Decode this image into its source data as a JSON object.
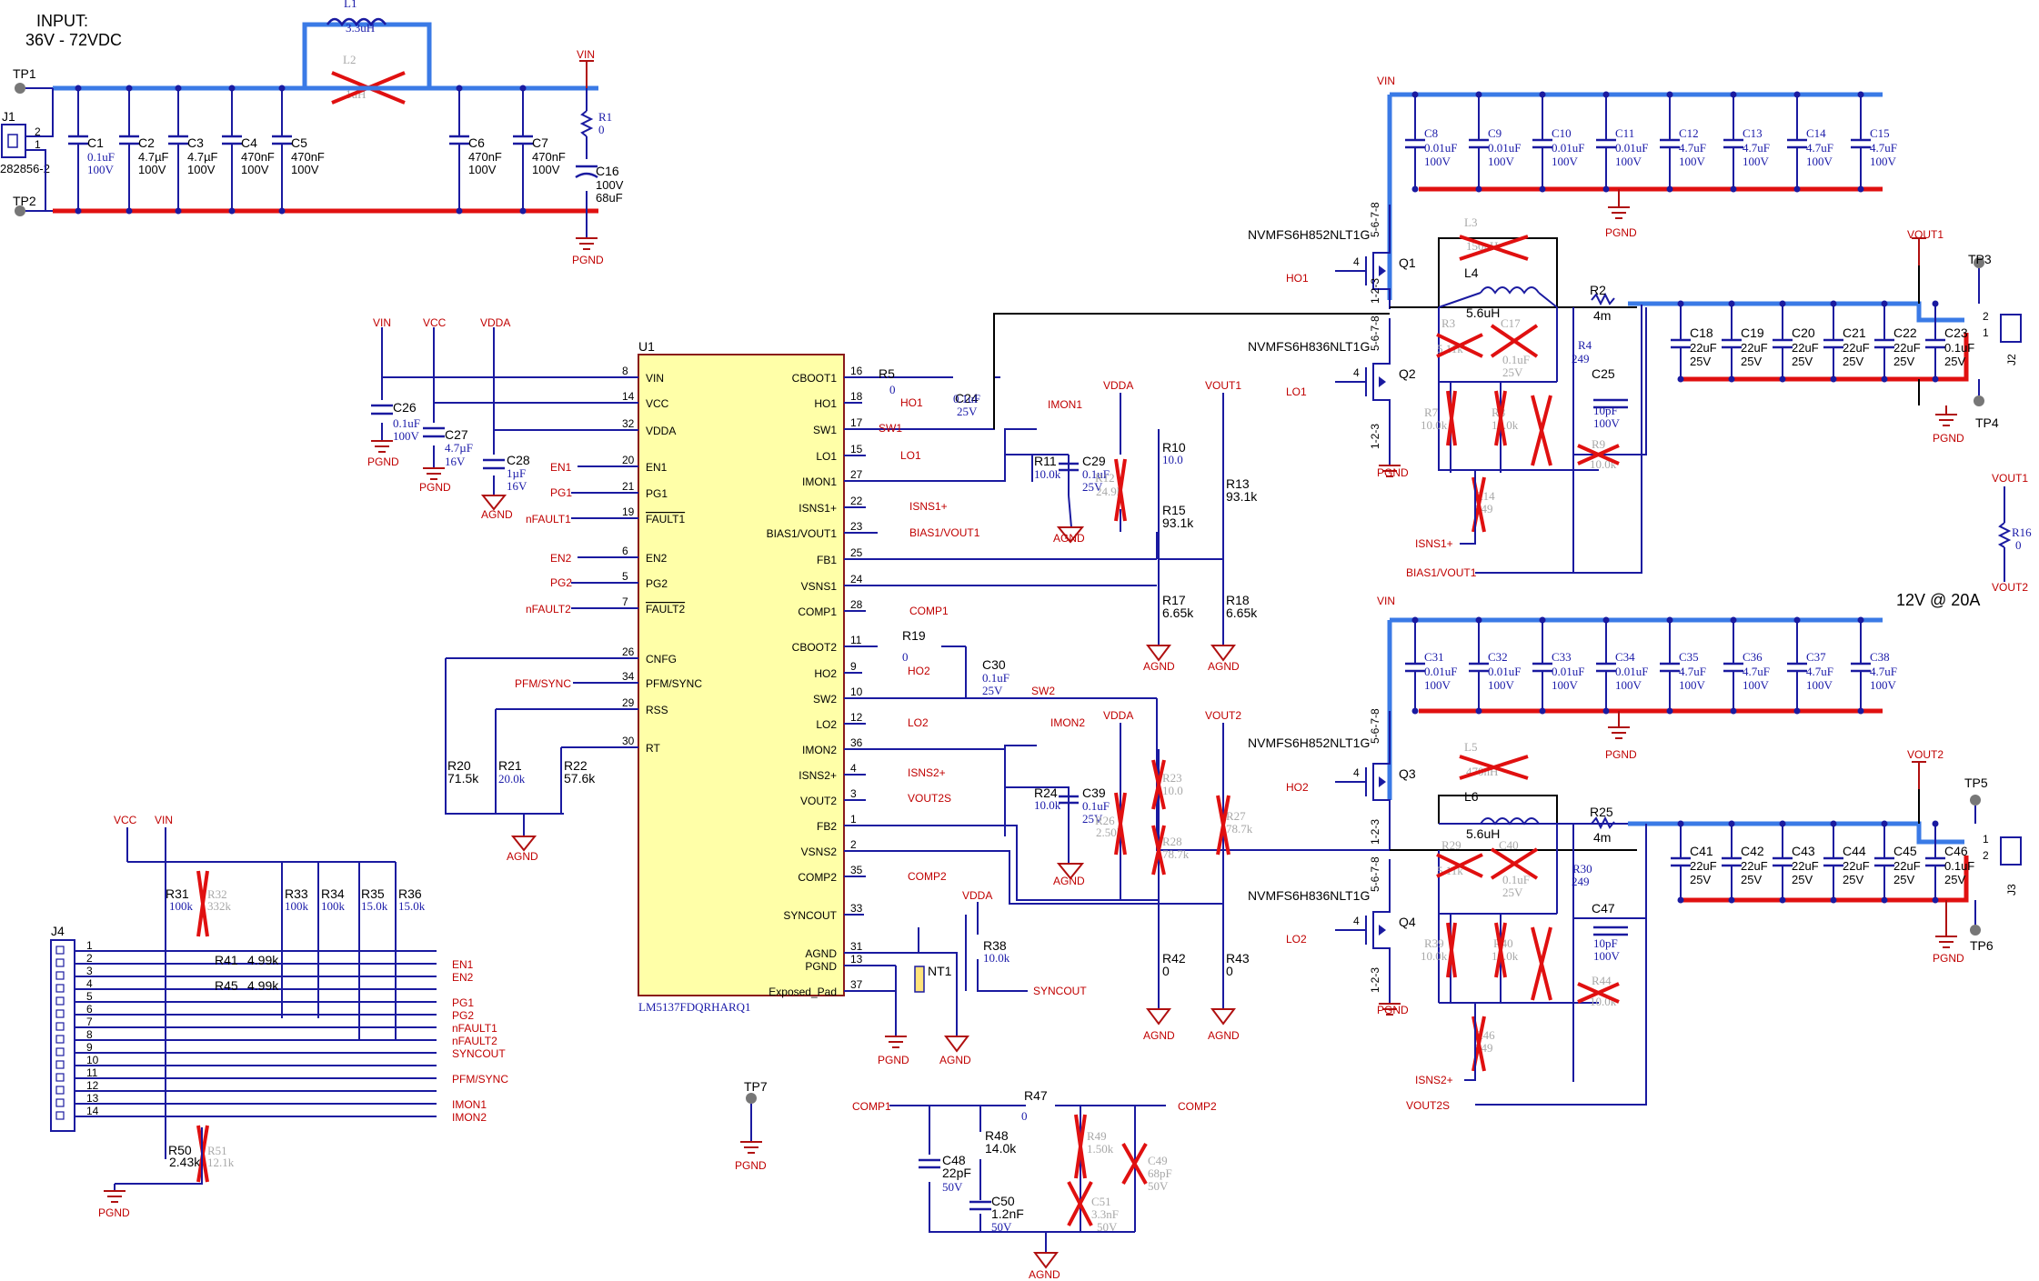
{
  "input": {
    "label": "INPUT:",
    "range": "36V - 72VDC"
  },
  "testpoints": [
    "TP1",
    "TP2",
    "TP3",
    "TP4",
    "TP5",
    "TP6",
    "TP7"
  ],
  "connectors": {
    "J1": {
      "ref": "J1",
      "part": "282856-2",
      "pins": [
        "2",
        "1"
      ]
    },
    "J2": {
      "ref": "J2",
      "pins": [
        "2",
        "1"
      ]
    },
    "J3": {
      "ref": "J3",
      "pins": [
        "1",
        "2"
      ]
    },
    "J4": {
      "ref": "J4",
      "pins": [
        "1",
        "2",
        "3",
        "4",
        "5",
        "6",
        "7",
        "8",
        "9",
        "10",
        "11",
        "12",
        "13",
        "14"
      ]
    }
  },
  "inductors": {
    "L1": {
      "ref": "L1",
      "value": "3.3uH"
    },
    "L2": {
      "ref": "L2",
      "value": "1uH"
    },
    "L3": {
      "ref": "L3",
      "value": "150nH"
    },
    "L4": {
      "ref": "L4",
      "value": "5.6uH"
    },
    "L5": {
      "ref": "L5",
      "value": "470nH"
    },
    "L6": {
      "ref": "L6",
      "value": "5.6uH"
    }
  },
  "input_caps": [
    {
      "ref": "C1",
      "v1": "0.1uF",
      "v2": "100V"
    },
    {
      "ref": "C2",
      "v1": "4.7µF",
      "v2": "100V"
    },
    {
      "ref": "C3",
      "v1": "4.7µF",
      "v2": "100V"
    },
    {
      "ref": "C4",
      "v1": "470nF",
      "v2": "100V"
    },
    {
      "ref": "C5",
      "v1": "470nF",
      "v2": "100V"
    },
    {
      "ref": "C6",
      "v1": "470nF",
      "v2": "100V"
    },
    {
      "ref": "C7",
      "v1": "470nF",
      "v2": "100V"
    }
  ],
  "r1": {
    "ref": "R1",
    "value": "0"
  },
  "c16": {
    "ref": "C16",
    "v1": "100V",
    "v2": "68uF"
  },
  "vin_caps_1": [
    {
      "ref": "C8",
      "v1": "0.01uF",
      "v2": "100V"
    },
    {
      "ref": "C9",
      "v1": "0.01uF",
      "v2": "100V"
    },
    {
      "ref": "C10",
      "v1": "0.01uF",
      "v2": "100V"
    },
    {
      "ref": "C11",
      "v1": "0.01uF",
      "v2": "100V"
    },
    {
      "ref": "C12",
      "v1": "4.7uF",
      "v2": "100V"
    },
    {
      "ref": "C13",
      "v1": "4.7uF",
      "v2": "100V"
    },
    {
      "ref": "C14",
      "v1": "4.7uF",
      "v2": "100V"
    },
    {
      "ref": "C15",
      "v1": "4.7uF",
      "v2": "100V"
    }
  ],
  "vin_caps_2": [
    {
      "ref": "C31",
      "v1": "0.01uF",
      "v2": "100V"
    },
    {
      "ref": "C32",
      "v1": "0.01uF",
      "v2": "100V"
    },
    {
      "ref": "C33",
      "v1": "0.01uF",
      "v2": "100V"
    },
    {
      "ref": "C34",
      "v1": "0.01uF",
      "v2": "100V"
    },
    {
      "ref": "C35",
      "v1": "4.7uF",
      "v2": "100V"
    },
    {
      "ref": "C36",
      "v1": "4.7uF",
      "v2": "100V"
    },
    {
      "ref": "C37",
      "v1": "4.7uF",
      "v2": "100V"
    },
    {
      "ref": "C38",
      "v1": "4.7uF",
      "v2": "100V"
    }
  ],
  "out_caps_1": [
    {
      "ref": "C18",
      "v1": "22uF",
      "v2": "25V"
    },
    {
      "ref": "C19",
      "v1": "22uF",
      "v2": "25V"
    },
    {
      "ref": "C20",
      "v1": "22uF",
      "v2": "25V"
    },
    {
      "ref": "C21",
      "v1": "22uF",
      "v2": "25V"
    },
    {
      "ref": "C22",
      "v1": "22uF",
      "v2": "25V"
    },
    {
      "ref": "C23",
      "v1": "0.1uF",
      "v2": "25V"
    }
  ],
  "out_caps_2": [
    {
      "ref": "C41",
      "v1": "22uF",
      "v2": "25V"
    },
    {
      "ref": "C42",
      "v1": "22uF",
      "v2": "25V"
    },
    {
      "ref": "C43",
      "v1": "22uF",
      "v2": "25V"
    },
    {
      "ref": "C44",
      "v1": "22uF",
      "v2": "25V"
    },
    {
      "ref": "C45",
      "v1": "22uF",
      "v2": "25V"
    },
    {
      "ref": "C46",
      "v1": "0.1uF",
      "v2": "25V"
    }
  ],
  "mosfets": {
    "hi": "NVMFS6H852NLT1G",
    "lo": "NVMFS6H836NLT1G",
    "Q1": "Q1",
    "Q2": "Q2",
    "Q3": "Q3",
    "Q4": "Q4",
    "pins_top": "5-6-7-8",
    "pins_bot": "1-2-3",
    "gate": "4"
  },
  "ic": {
    "ref": "U1",
    "part": "LM5137FDQRHARQ1",
    "left_pins": [
      {
        "num": "8",
        "name": "VIN"
      },
      {
        "num": "14",
        "name": "VCC"
      },
      {
        "num": "32",
        "name": "VDDA"
      },
      {
        "num": "20",
        "name": "EN1"
      },
      {
        "num": "21",
        "name": "PG1"
      },
      {
        "num": "19",
        "name": "FAULT1"
      },
      {
        "num": "6",
        "name": "EN2"
      },
      {
        "num": "5",
        "name": "PG2"
      },
      {
        "num": "7",
        "name": "FAULT2"
      },
      {
        "num": "26",
        "name": "CNFG"
      },
      {
        "num": "34",
        "name": "PFM/SYNC"
      },
      {
        "num": "29",
        "name": "RSS"
      },
      {
        "num": "30",
        "name": "RT"
      }
    ],
    "right_pins": [
      {
        "num": "16",
        "name": "CBOOT1"
      },
      {
        "num": "18",
        "name": "HO1"
      },
      {
        "num": "17",
        "name": "SW1"
      },
      {
        "num": "15",
        "name": "LO1"
      },
      {
        "num": "27",
        "name": "IMON1"
      },
      {
        "num": "22",
        "name": "ISNS1+"
      },
      {
        "num": "23",
        "name": "BIAS1/VOUT1"
      },
      {
        "num": "25",
        "name": "FB1"
      },
      {
        "num": "24",
        "name": "VSNS1"
      },
      {
        "num": "28",
        "name": "COMP1"
      },
      {
        "num": "11",
        "name": "CBOOT2"
      },
      {
        "num": "9",
        "name": "HO2"
      },
      {
        "num": "10",
        "name": "SW2"
      },
      {
        "num": "12",
        "name": "LO2"
      },
      {
        "num": "36",
        "name": "IMON2"
      },
      {
        "num": "4",
        "name": "ISNS2+"
      },
      {
        "num": "3",
        "name": "VOUT2"
      },
      {
        "num": "1",
        "name": "FB2"
      },
      {
        "num": "2",
        "name": "VSNS2"
      },
      {
        "num": "35",
        "name": "COMP2"
      },
      {
        "num": "33",
        "name": "SYNCOUT"
      },
      {
        "num": "31",
        "name": "AGND"
      },
      {
        "num": "13",
        "name": "PGND"
      },
      {
        "num": "37",
        "name": "Exposed_Pad"
      }
    ]
  },
  "nets": {
    "VIN": "VIN",
    "VCC": "VCC",
    "VDDA": "VDDA",
    "PGND": "PGND",
    "AGND": "AGND",
    "VOUT1": "VOUT1",
    "VOUT2": "VOUT2",
    "SW1": "SW1",
    "SW2": "SW2",
    "EN1": "EN1",
    "EN2": "EN2",
    "PG1": "PG1",
    "PG2": "PG2",
    "nFAULT1": "nFAULT1",
    "nFAULT2": "nFAULT2",
    "PFM_SYNC": "PFM/SYNC",
    "HO1": "HO1",
    "HO2": "HO2",
    "LO1": "LO1",
    "LO2": "LO2",
    "IMON1": "IMON1",
    "IMON2": "IMON2",
    "ISNS1": "ISNS1+",
    "ISNS2": "ISNS2+",
    "BIAS1": "BIAS1/VOUT1",
    "VOUT2S": "VOUT2S",
    "COMP1": "COMP1",
    "COMP2": "COMP2",
    "SYNCOUT": "SYNCOUT"
  },
  "parts": {
    "R2": {
      "ref": "R2",
      "value": "4m"
    },
    "R25": {
      "ref": "R25",
      "value": "4m"
    },
    "R3": {
      "ref": "R3",
      "value": "5.11k"
    },
    "R4": {
      "ref": "R4",
      "value": "249"
    },
    "C17": {
      "ref": "C17",
      "v1": "0.1uF",
      "v2": "25V"
    },
    "C25": {
      "ref": "C25",
      "v1": "10pF",
      "v2": "100V"
    },
    "R7": {
      "ref": "R7",
      "value": "10.0k"
    },
    "R8": {
      "ref": "R8",
      "value": "10.0k"
    },
    "R9": {
      "ref": "R9",
      "value": "10.0k"
    },
    "R14": {
      "ref": "R14",
      "value": "249"
    },
    "R29": {
      "ref": "R29",
      "value": "5.11k"
    },
    "C40": {
      "ref": "C40",
      "v1": "0.1uF",
      "v2": "25V"
    },
    "R30": {
      "ref": "R30",
      "value": "249"
    },
    "C47": {
      "ref": "C47",
      "v1": "10pF",
      "v2": "100V"
    },
    "R39": {
      "ref": "R39",
      "value": "10.0k"
    },
    "R40": {
      "ref": "R40",
      "value": "10.0k"
    },
    "R44": {
      "ref": "R44",
      "value": "10.0k"
    },
    "R46": {
      "ref": "R46",
      "value": "249"
    },
    "R5": {
      "ref": "R5",
      "value": "0"
    },
    "C24": {
      "ref": "C24",
      "v1": "0.1uF",
      "v2": "25V"
    },
    "R19": {
      "ref": "R19",
      "value": "0"
    },
    "C30": {
      "ref": "C30",
      "v1": "0.1uF",
      "v2": "25V"
    },
    "R11": {
      "ref": "R11",
      "value": "10.0k"
    },
    "C29": {
      "ref": "C29",
      "v1": "0.1uF",
      "v2": "25V"
    },
    "R12": {
      "ref": "R12",
      "value": "24.9k"
    },
    "R10": {
      "ref": "R10",
      "value": "10.0"
    },
    "R15": {
      "ref": "R15",
      "value": "93.1k"
    },
    "R13": {
      "ref": "R13",
      "value": "93.1k"
    },
    "R17": {
      "ref": "R17",
      "value": "6.65k"
    },
    "R18": {
      "ref": "R18",
      "value": "6.65k"
    },
    "R24": {
      "ref": "R24",
      "value": "10.0k"
    },
    "C39": {
      "ref": "C39",
      "v1": "0.1uF",
      "v2": "25V"
    },
    "R26": {
      "ref": "R26",
      "value": "2.50k"
    },
    "R23": {
      "ref": "R23",
      "value": "10.0"
    },
    "R28": {
      "ref": "R28",
      "value": "78.7k"
    },
    "R27": {
      "ref": "R27",
      "value": "78.7k"
    },
    "R42": {
      "ref": "R42",
      "value": "0"
    },
    "R43": {
      "ref": "R43",
      "value": "0"
    },
    "R38": {
      "ref": "R38",
      "value": "10.0k"
    },
    "NT1": {
      "ref": "NT1"
    },
    "R20": {
      "ref": "R20",
      "value": "71.5k"
    },
    "R21": {
      "ref": "R21",
      "value": "20.0k"
    },
    "R22": {
      "ref": "R22",
      "value": "57.6k"
    },
    "C26": {
      "ref": "C26",
      "v1": "0.1uF",
      "v2": "100V"
    },
    "C27": {
      "ref": "C27",
      "v1": "4.7µF",
      "v2": "16V"
    },
    "C28": {
      "ref": "C28",
      "v1": "1µF",
      "v2": "16V"
    },
    "R16": {
      "ref": "R16",
      "value": "0"
    },
    "R31": {
      "ref": "R31",
      "value": "100k"
    },
    "R32": {
      "ref": "R32",
      "value": "332k"
    },
    "R33": {
      "ref": "R33",
      "value": "100k"
    },
    "R34": {
      "ref": "R34",
      "value": "100k"
    },
    "R35": {
      "ref": "R35",
      "value": "15.0k"
    },
    "R36": {
      "ref": "R36",
      "value": "15.0k"
    },
    "R41": {
      "ref": "R41",
      "value": "4.99k"
    },
    "R45": {
      "ref": "R45",
      "value": "4.99k"
    },
    "R50": {
      "ref": "R50",
      "value": "2.43k"
    },
    "R51": {
      "ref": "R51",
      "value": "12.1k"
    },
    "R47": {
      "ref": "R47",
      "value": "0"
    },
    "R48": {
      "ref": "R48",
      "value": "14.0k"
    },
    "R49": {
      "ref": "R49",
      "value": "1.50k"
    },
    "C48": {
      "ref": "C48",
      "v1": "22pF",
      "v2": "50V"
    },
    "C49": {
      "ref": "C49",
      "v1": "68pF",
      "v2": "50V"
    },
    "C50": {
      "ref": "C50",
      "v1": "1.2nF",
      "v2": "50V"
    },
    "C51": {
      "ref": "C51",
      "v1": "3.3nF",
      "v2": "50V"
    }
  },
  "spec": "12V @ 20A",
  "colors": {
    "power_bus": "#3a7ae6",
    "ground_bus": "#e01010",
    "wire": "#1a1aa0",
    "net_label": "#e00000",
    "ic_fill": "#ffffa8",
    "dnp_mark": "#e01010"
  }
}
